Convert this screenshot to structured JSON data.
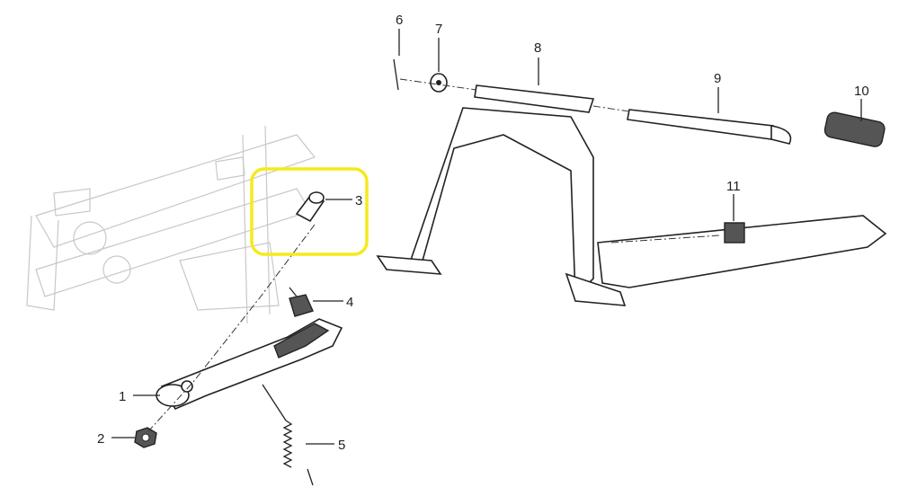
{
  "diagram": {
    "callouts": [
      {
        "id": "1",
        "label": "1"
      },
      {
        "id": "2",
        "label": "2"
      },
      {
        "id": "3",
        "label": "3"
      },
      {
        "id": "4",
        "label": "4"
      },
      {
        "id": "5",
        "label": "5"
      },
      {
        "id": "6",
        "label": "6"
      },
      {
        "id": "7",
        "label": "7"
      },
      {
        "id": "8",
        "label": "8"
      },
      {
        "id": "9",
        "label": "9"
      },
      {
        "id": "10",
        "label": "10"
      },
      {
        "id": "11",
        "label": "11"
      }
    ],
    "highlight": {
      "part": "3",
      "color": "#f5ea1a"
    }
  }
}
